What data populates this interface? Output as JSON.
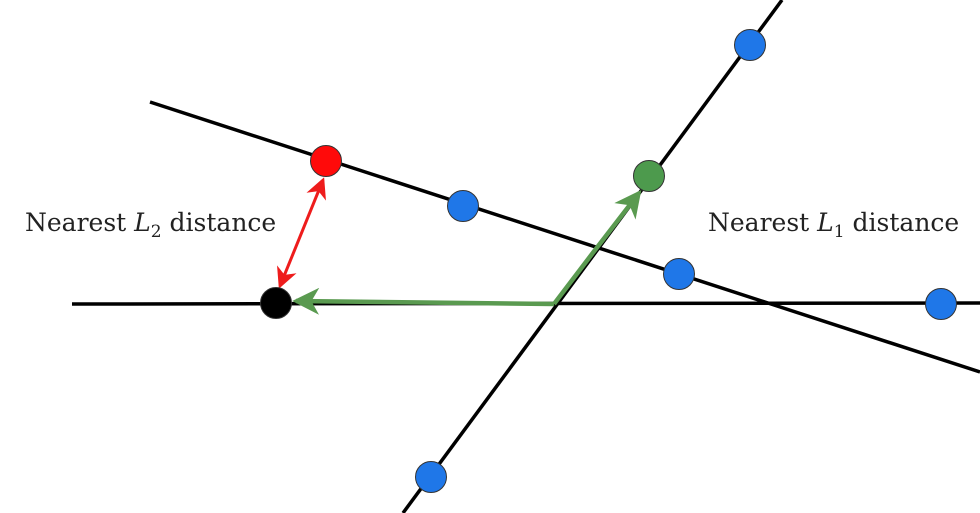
{
  "labels": {
    "l2": {
      "prefix": "Nearest ",
      "var": "L",
      "sub": "2",
      "suffix": " distance"
    },
    "l1": {
      "prefix": "Nearest ",
      "var": "L",
      "sub": "1",
      "suffix": " distance"
    }
  },
  "colors": {
    "line": "#000000",
    "blue_point": "#1f77e8",
    "red_point": "#ff0a0a",
    "green_point": "#4d9a4d",
    "black_point": "#000000",
    "red_arrow": "#ee1c1c",
    "green_arrow": "#5a9a50"
  }
}
